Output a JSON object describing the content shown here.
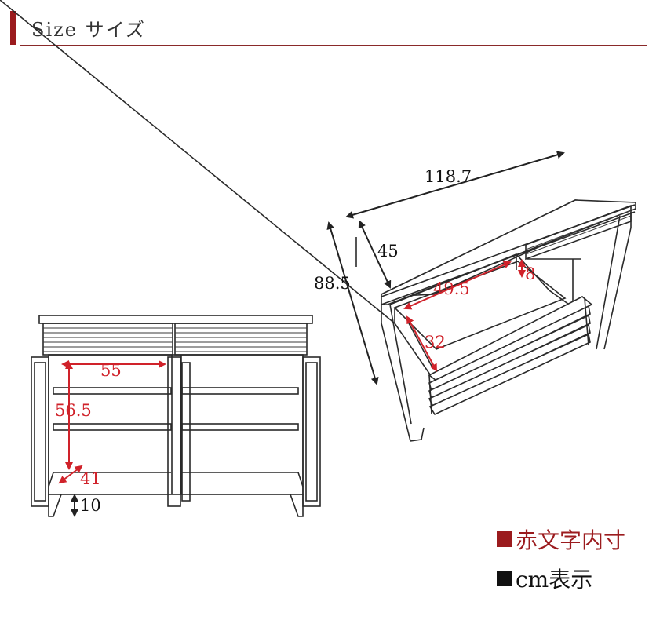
{
  "header": {
    "title": "Size サイズ"
  },
  "dimensions": {
    "width": "118.7",
    "depth": "45",
    "height": "88.5",
    "drawer_width": "49.5",
    "drawer_height": "8",
    "drawer_depth": "32",
    "shelf_width": "55",
    "shelf_height": "56.5",
    "shelf_depth": "41",
    "leg_height": "10"
  },
  "legend": {
    "red_label": "赤文字内寸",
    "black_label": "cm表示"
  },
  "colors": {
    "accent": "#9b1b1e",
    "red_text": "#d0222a",
    "black_text": "#111111"
  }
}
